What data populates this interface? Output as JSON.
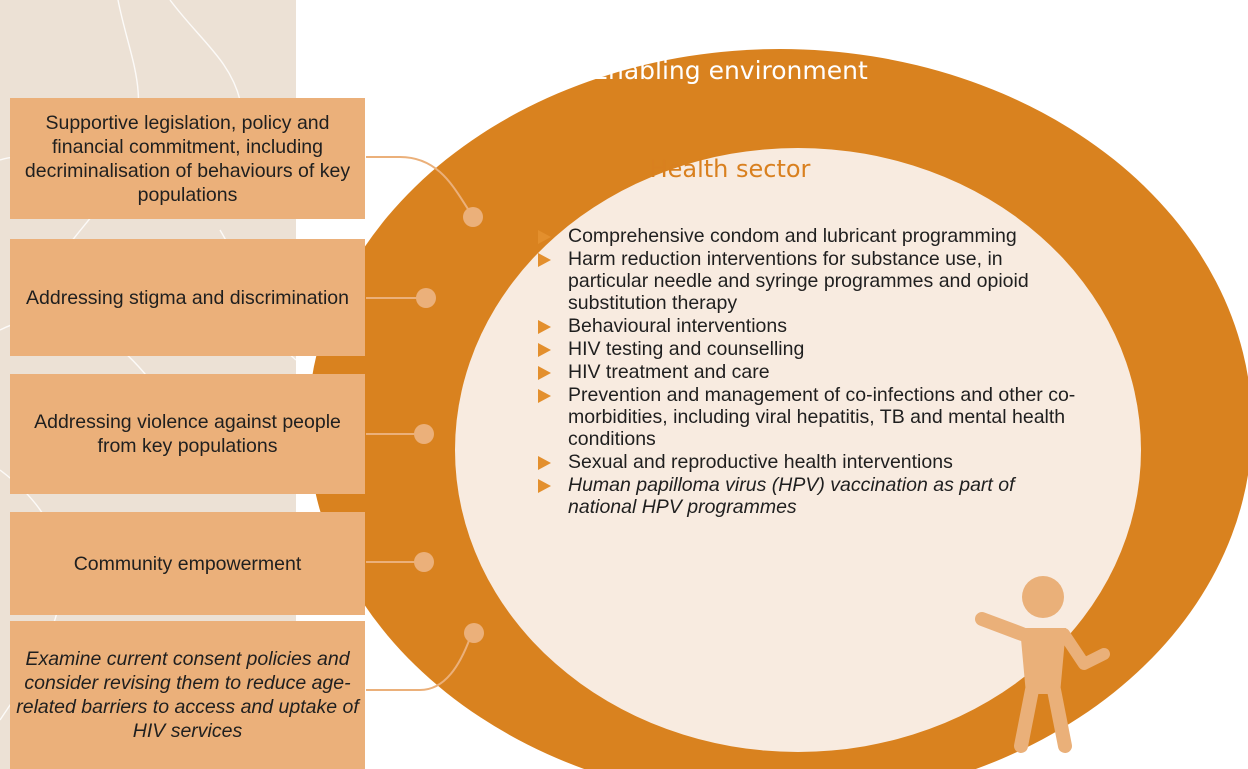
{
  "outer_title": "Enabling environment",
  "inner_title": "Health sector",
  "left_boxes": [
    {
      "text": "Supportive legislation, policy and financial commitment, including decriminalisation of behaviours of key populations",
      "italic": false
    },
    {
      "text": "Addressing stigma and discrimination",
      "italic": false
    },
    {
      "text": "Addressing violence against people from key populations",
      "italic": false
    },
    {
      "text": "Community empowerment",
      "italic": false
    },
    {
      "text": "Examine current consent policies and consider revising them to reduce age-related barriers to access and uptake of HIV services",
      "italic": true
    }
  ],
  "health_sector_items": [
    {
      "text": "Comprehensive condom and lubricant programming",
      "italic": false
    },
    {
      "text": "Harm reduction interventions for substance use, in particular needle and syringe programmes and opioid substitution therapy",
      "italic": false
    },
    {
      "text": "Behavioural interventions",
      "italic": false
    },
    {
      "text": "HIV testing and counselling",
      "italic": false
    },
    {
      "text": "HIV treatment and care",
      "italic": false
    },
    {
      "text": "Prevention and management of co-infections and other co-morbidities, including viral hepatitis, TB and mental health conditions",
      "italic": false
    },
    {
      "text": "Sexual and reproductive health interventions",
      "italic": false
    },
    {
      "text": "Human papilloma virus (HPV) vaccination as part of national HPV programmes",
      "italic": true
    }
  ],
  "colors": {
    "outer_ring": "#d9821f",
    "inner_circle": "#f8ebe0",
    "box_fill": "#ebb07a",
    "connector": "#ebb07a",
    "bullet": "#e38f2d",
    "background_panel": "#ece1d5",
    "figure": "#eab079"
  },
  "icons": {
    "bullet": "triangle-right-icon",
    "figure": "person-pointing-icon"
  }
}
